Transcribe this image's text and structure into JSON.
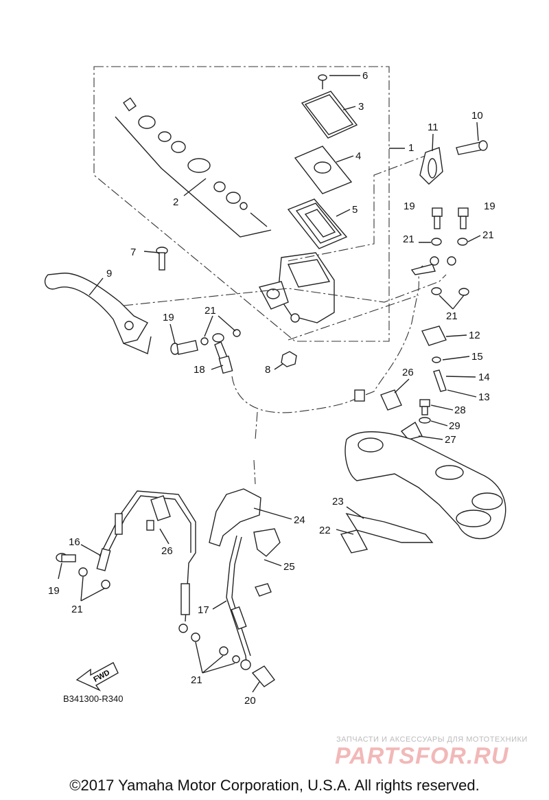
{
  "diagram": {
    "callouts": [
      "1",
      "2",
      "3",
      "4",
      "5",
      "6",
      "7",
      "8",
      "9",
      "10",
      "11",
      "12",
      "13",
      "14",
      "15",
      "16",
      "17",
      "18",
      "19",
      "19",
      "19",
      "19",
      "20",
      "21",
      "21",
      "21",
      "21",
      "21",
      "21",
      "22",
      "23",
      "24",
      "25",
      "26",
      "26",
      "27",
      "28",
      "29"
    ],
    "fwd_label": "FWD",
    "drawing_code": "B341300-R340"
  },
  "watermark": {
    "tagline": "ЗАПЧАСТИ И АКСЕССУАРЫ ДЛЯ МОТОТЕХНИКИ",
    "brand": "PARTSFOR.RU"
  },
  "footer": {
    "copyright": "©2017 Yamaha Motor Corporation, U.S.A. All rights reserved."
  }
}
